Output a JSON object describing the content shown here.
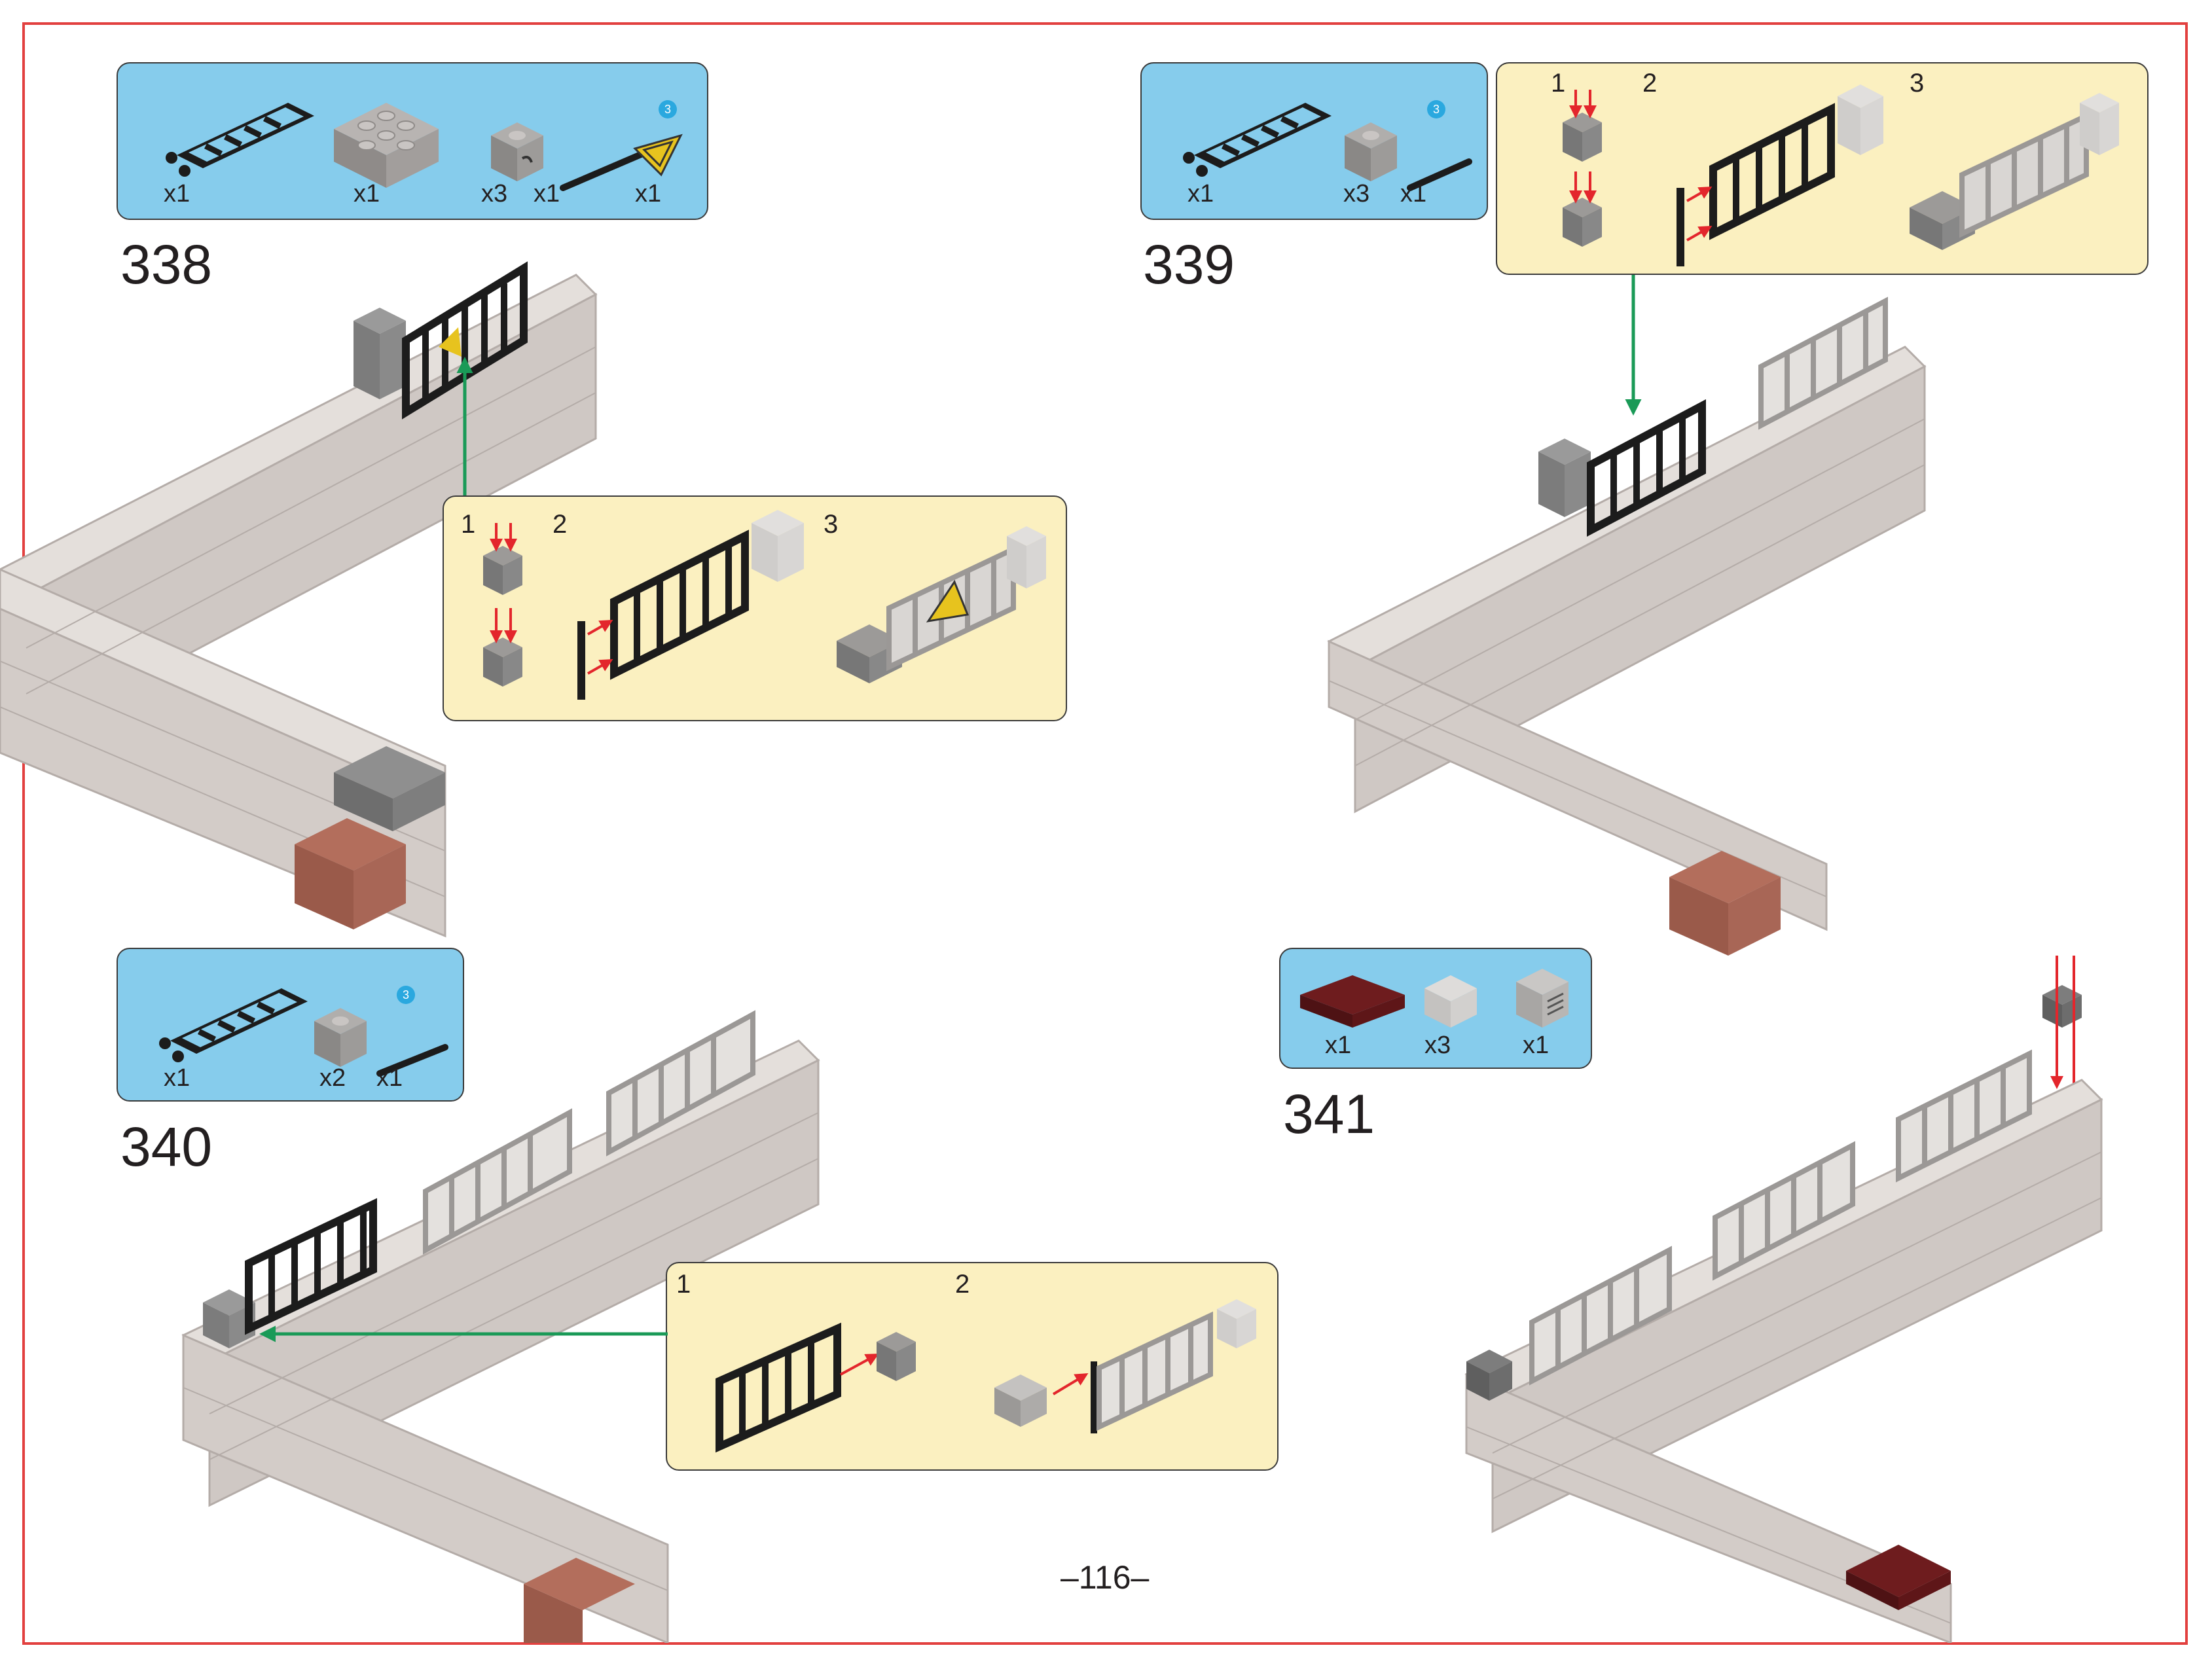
{
  "page": {
    "number": "–116–"
  },
  "colors": {
    "frame": "#e2403f",
    "parts_panel": "#86ccec",
    "sub_panel": "#fbf0c0",
    "arrow_red": "#e3262c",
    "arrow_green": "#1a9a57",
    "wall": "#d6d0cc",
    "wall_dark": "#a9a09c",
    "gate_black": "#1c1c1c",
    "gate_gray": "#9b9896",
    "brick_gray": "#8f8f8f",
    "tile_brown": "#b36e5c",
    "plate_darkred": "#5e1618"
  },
  "steps": [
    {
      "number": "338",
      "parts": [
        {
          "name": "fence-gate-black",
          "qty": "x1"
        },
        {
          "name": "brick-2x4-gray",
          "qty": "x1"
        },
        {
          "name": "brick-1x1-clip-gray",
          "qty": "x3"
        },
        {
          "name": "bar-3L-black",
          "qty": "x1",
          "badge": "3"
        },
        {
          "name": "warning-tile-yellow",
          "qty": "x1"
        }
      ],
      "substeps": [
        "1",
        "2",
        "3"
      ]
    },
    {
      "number": "339",
      "parts": [
        {
          "name": "fence-gate-black",
          "qty": "x1"
        },
        {
          "name": "brick-1x1-clip-gray",
          "qty": "x3"
        },
        {
          "name": "bar-3L-black",
          "qty": "x1",
          "badge": "3"
        }
      ],
      "substeps": [
        "1",
        "2",
        "3"
      ]
    },
    {
      "number": "340",
      "parts": [
        {
          "name": "fence-gate-black",
          "qty": "x1"
        },
        {
          "name": "brick-1x1-clip-gray",
          "qty": "x2"
        },
        {
          "name": "bar-3L-black",
          "qty": "x1",
          "badge": "3"
        }
      ],
      "substeps": [
        "1",
        "2"
      ]
    },
    {
      "number": "341",
      "parts": [
        {
          "name": "plate-2x4-darkred",
          "qty": "x1"
        },
        {
          "name": "brick-1x2-light-gray",
          "qty": "x3"
        },
        {
          "name": "brick-1x2-grille",
          "qty": "x1"
        }
      ],
      "substeps": []
    }
  ]
}
